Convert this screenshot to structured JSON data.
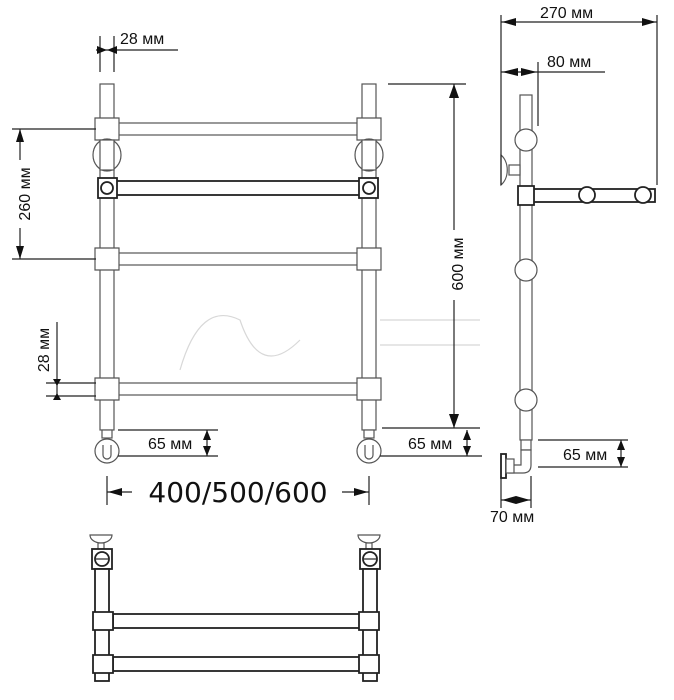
{
  "diagram": {
    "subject": "heated towel rail dimension drawing",
    "views": {
      "front": {
        "labels": {
          "pipe_diameter": "28 мм",
          "top_spacing": "260 мм",
          "bar_thickness": "28 мм",
          "height": "600 мм",
          "inlet_offset": "65 мм",
          "width": "400/500/600"
        }
      },
      "side": {
        "labels": {
          "depth": "270 мм",
          "wall_offset": "80 мм",
          "inlet_offset": "65 мм",
          "inlet_projection": "70 мм"
        }
      },
      "top": {
        "bar_count": 2
      }
    },
    "colors": {
      "line": "#222222",
      "pipe_outline": "#555555",
      "background": "#ffffff"
    }
  }
}
